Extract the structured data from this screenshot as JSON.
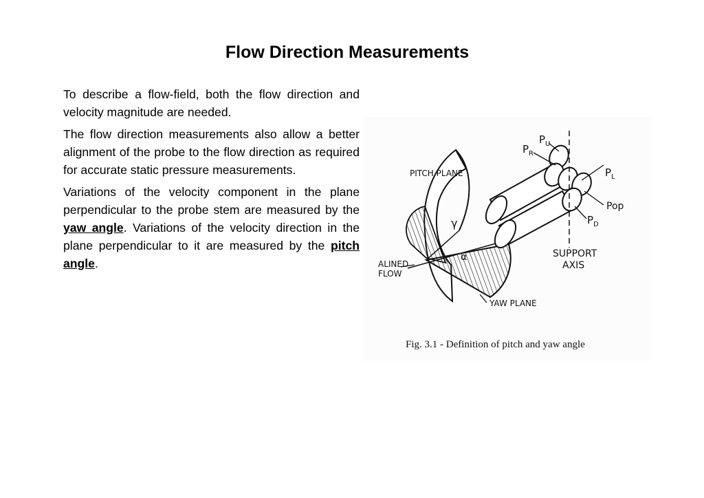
{
  "title": "Flow Direction Measurements",
  "paragraphs": {
    "p1": "To describe a flow-field, both the flow direction and velocity magnitude are needed.",
    "p2": "The flow direction measurements also allow a better alignment of the probe to the flow direction as required for accurate static pressure measurements.",
    "p3_part1": "Variations of the velocity component in the plane perpendicular to the probe stem are measured by the ",
    "p3_term1": "yaw angle",
    "p3_part2": ". Variations of the velocity direction in the plane perpendicular to it are measured by the ",
    "p3_term2": "pitch angle",
    "p3_part3": "."
  },
  "figure": {
    "labels": {
      "pitch_plane": "PITCH PLANE",
      "yaw_plane": "YAW PLANE",
      "alined_flow_1": "ALINED",
      "alined_flow_2": "FLOW",
      "support_1": "SUPPORT",
      "support_2": "AXIS",
      "pr_main": "P",
      "pr_sub": "R",
      "pu_main": "P",
      "pu_sub": "U",
      "pl_main": "P",
      "pl_sub": "L",
      "pop": "Pop",
      "pd_main": "P",
      "pd_sub": "D",
      "gamma": "γ",
      "alpha": "α"
    },
    "caption": "Fig. 3.1 - Definition of pitch and yaw angle"
  }
}
